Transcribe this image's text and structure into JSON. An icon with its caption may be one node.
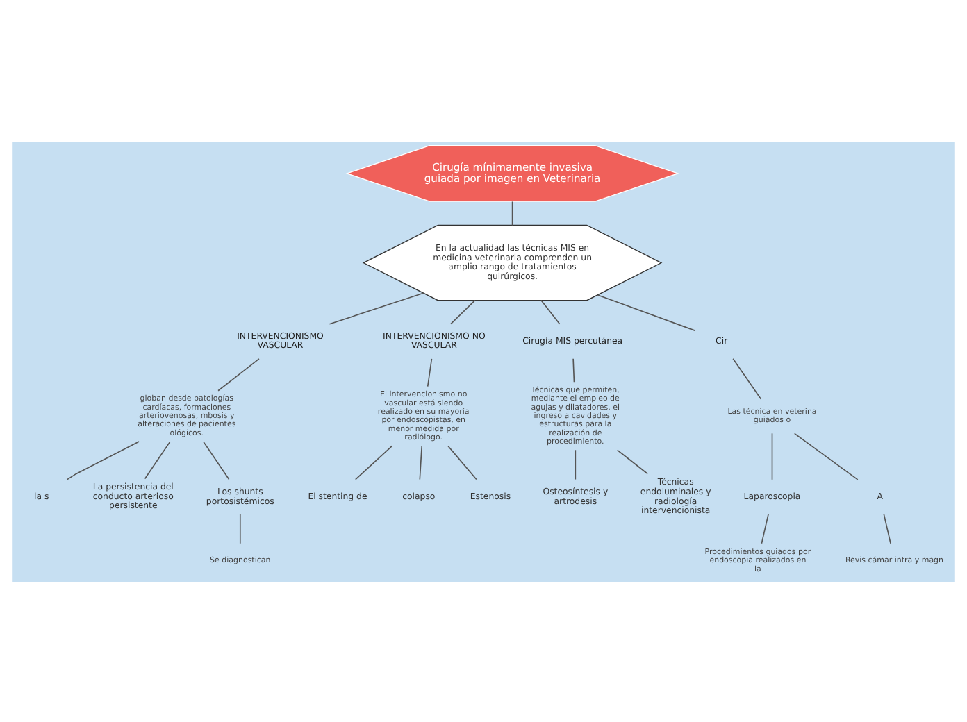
{
  "diagram": {
    "nodes": [
      {
        "text": [
          "Cirugía mínimamente invasiva guiada por imagen en Veterinaria"
        ]
      },
      {
        "text": [
          "En la actualidad las técnicas MIS en medicina veterinaria comprenden un amplio rango de tratamientos quirúrgicos."
        ]
      },
      {
        "text": [
          "INTERVENCIONISMO VASCULAR"
        ]
      },
      {
        "text": [
          "globan desde patologías cardíacas, formaciones arteriovenosas, mbosis y alteraciones de pacientes ológicos."
        ]
      },
      {
        "text": [
          "la s"
        ]
      },
      {
        "text": [
          "La persistencia del conducto arterioso persistente"
        ]
      },
      {
        "text": [
          "Los shunts portosistémicos"
        ]
      },
      {
        "text": [
          "Se diagnostican"
        ]
      },
      {
        "text": [
          "INTERVENCIONISMO NO VASCULAR"
        ]
      },
      {
        "text": [
          "El intervencionismo no vascular está siendo realizado en su mayoría por endoscopistas, en menor medida por radiólogo."
        ]
      },
      {
        "text": [
          "El stenting de"
        ]
      },
      {
        "text": [
          "colapso"
        ]
      },
      {
        "text": [
          "Estenosis"
        ]
      },
      {
        "text": [
          "Cirugía MIS percutánea"
        ]
      },
      {
        "text": [
          "Técnicas que permiten, mediante el empleo de agujas y dilatadores, el ingreso a cavidades y estructuras para la realización de procedimiento."
        ]
      },
      {
        "text": [
          "Osteosíntesis y artrodesis"
        ]
      },
      {
        "text": [
          "Técnicas endoluminales y radiología intervencionista"
        ]
      },
      {
        "text": [
          "Cir"
        ]
      },
      {
        "text": [
          "Las técnica en veterina guiados o"
        ]
      },
      {
        "text": [
          "Laparoscopia"
        ]
      },
      {
        "text": [
          "Procedimientos guiados por endoscopia realizados en la"
        ]
      },
      {
        "text": [
          "A"
        ]
      },
      {
        "text": [
          "Revis cámar intra y magn"
        ]
      }
    ],
    "edges": [
      {
        "from": 0,
        "to": 1,
        "arrow": "none"
      },
      {
        "from": 1,
        "to": 2,
        "arrow": "none"
      },
      {
        "from": 1,
        "to": 8,
        "arrow": "none"
      },
      {
        "from": 1,
        "to": 13,
        "arrow": "none"
      },
      {
        "from": 1,
        "to": 17,
        "arrow": "none"
      },
      {
        "from": 2,
        "to": 3,
        "arrow": "none"
      },
      {
        "from": 3,
        "to": 4,
        "arrow": "none"
      },
      {
        "from": 3,
        "to": 5,
        "arrow": "none"
      },
      {
        "from": 3,
        "to": 6,
        "arrow": "none"
      },
      {
        "from": 6,
        "to": 7,
        "arrow": "none"
      },
      {
        "from": 8,
        "to": 9,
        "arrow": "none"
      },
      {
        "from": 9,
        "to": 10,
        "arrow": "none"
      },
      {
        "from": 9,
        "to": 11,
        "arrow": "none"
      },
      {
        "from": 9,
        "to": 12,
        "arrow": "none"
      },
      {
        "from": 13,
        "to": 14,
        "arrow": "none"
      },
      {
        "from": 14,
        "to": 15,
        "arrow": "none"
      },
      {
        "from": 14,
        "to": 16,
        "arrow": "none"
      },
      {
        "from": 17,
        "to": 18,
        "arrow": "none"
      },
      {
        "from": 18,
        "to": 19,
        "arrow": "none"
      },
      {
        "from": 18,
        "to": 21,
        "arrow": "none"
      },
      {
        "from": 19,
        "to": 20,
        "arrow": "none"
      },
      {
        "from": 21,
        "to": 22,
        "arrow": "none"
      }
    ]
  }
}
